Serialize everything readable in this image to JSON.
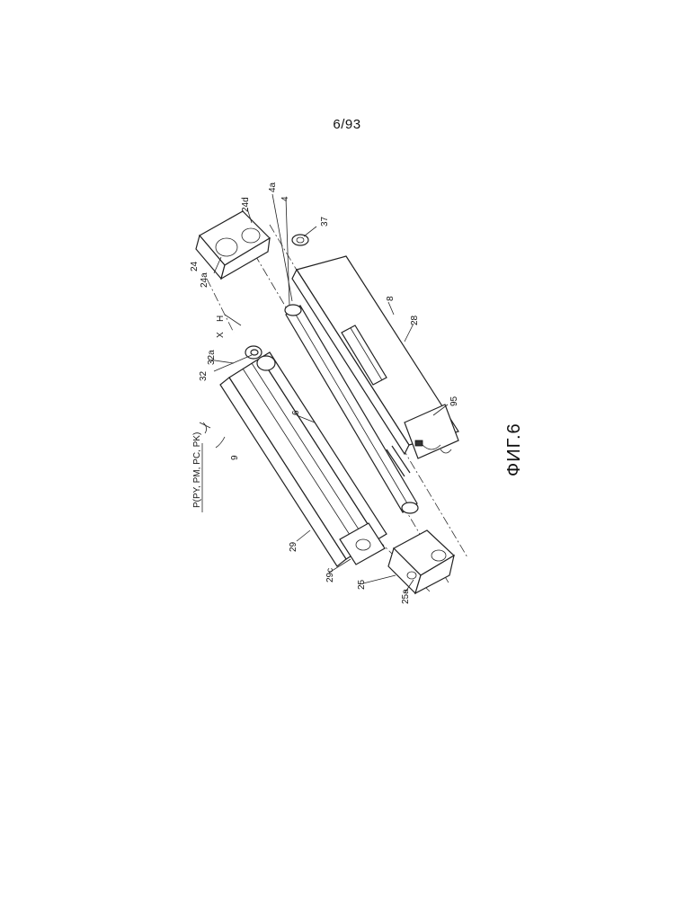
{
  "page": {
    "number": "6/93"
  },
  "figure": {
    "caption": "ФИГ.6",
    "labels": {
      "p_group": "P(PY, PM, PC, PK)",
      "unit_9": "9",
      "ref_32": "32",
      "ref_32a": "32a",
      "ref_x": "X",
      "ref_h": "H",
      "ref_24": "24",
      "ref_24a": "24a",
      "ref_24d": "24d",
      "ref_4a": "4a",
      "ref_4": "4",
      "ref_37": "37",
      "ref_8": "8",
      "ref_28": "28",
      "ref_95": "95",
      "ref_6": "6",
      "ref_29": "29",
      "ref_29c": "29c",
      "ref_25": "25",
      "ref_25a": "25a"
    }
  }
}
